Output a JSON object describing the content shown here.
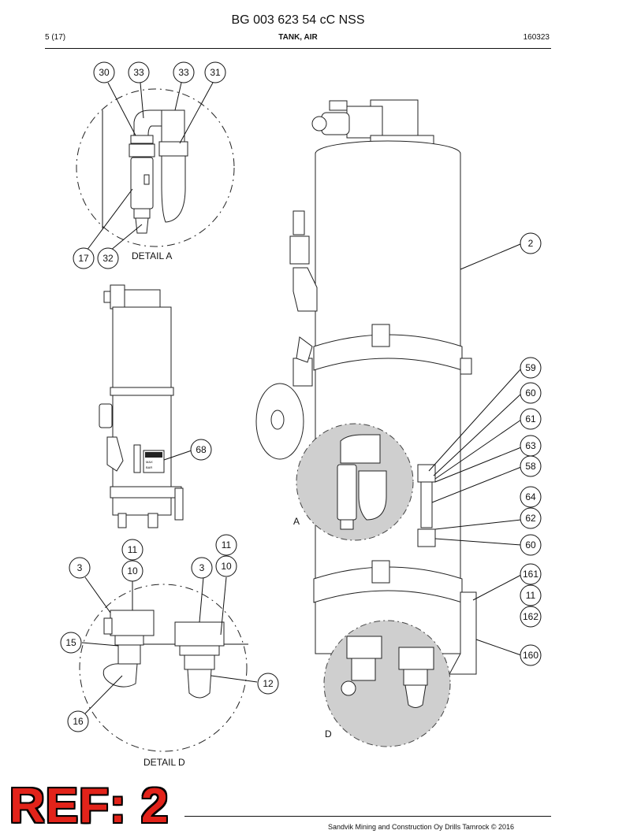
{
  "header": {
    "doc_number": "BG 003 623 54 cC NSS",
    "page": "5 (17)",
    "section": "TANK, AIR",
    "date": "160323"
  },
  "detail_labels": {
    "detail_a": "DETAIL A",
    "detail_d": "DETAIL D",
    "view_a": "A",
    "view_d": "D"
  },
  "balloons": {
    "b30": "30",
    "b33a": "33",
    "b33b": "33",
    "b31": "31",
    "b17": "17",
    "b32": "32",
    "b2": "2",
    "b59": "59",
    "b60a": "60",
    "b61": "61",
    "b63": "63",
    "b58": "58",
    "b64": "64",
    "b62": "62",
    "b60b": "60",
    "b161": "161",
    "b11c": "11",
    "b162": "162",
    "b160": "160",
    "b68": "68",
    "b11a": "11",
    "b10a": "10",
    "b3a": "3",
    "b11b": "11",
    "b10b": "10",
    "b3b": "3",
    "b15": "15",
    "b12": "12",
    "b16": "16"
  },
  "plate_text": {
    "line1": "MAX",
    "line2": "BAR"
  },
  "stamp": "REF: 2",
  "footer": "Sandvik Mining and Construction Oy Drills Tamrock © 2016"
}
